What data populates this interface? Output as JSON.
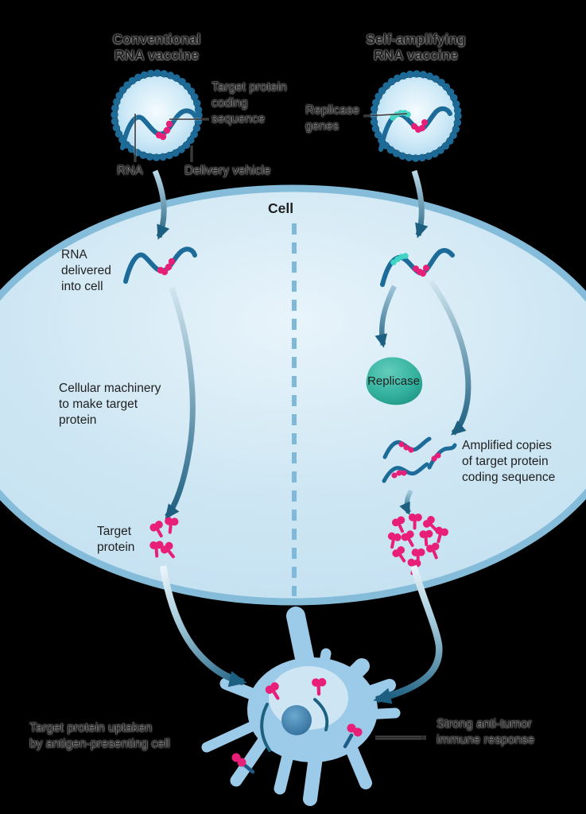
{
  "diagram_title": "Conventional vs self-amplifying RNA vaccine mechanism",
  "colors": {
    "background": "#000000",
    "pink_protein": "#e81f78",
    "teal_replicase_gene": "#3fd4c4",
    "rna_blue": "#1c6b99",
    "membrane_bead": "#1d6a97",
    "cell_fill": "#c9e3f2",
    "cell_border": "#85bcd9",
    "divider": "#7fb9d9",
    "arrow_dark": "#1d5f80",
    "replicase_blob": "#2dab98",
    "apc_fill": "#9ccae9",
    "nucleus": "#3d7fae",
    "text": "#1f1f1f"
  },
  "vaccines": {
    "conventional": {
      "title_lines": [
        "Conventional",
        "RNA vaccine"
      ]
    },
    "self_amplifying": {
      "title_lines": [
        "Self-amplifying",
        "RNA vaccine"
      ]
    }
  },
  "vesicle_labels": {
    "target_protein_coding_lines": [
      "Target protein",
      "coding",
      "sequence"
    ],
    "rna": "RNA",
    "delivery_vehicle": "Delivery vehicle",
    "replicase_genes_lines": [
      "Replicase",
      "genes"
    ]
  },
  "cell": {
    "label": "Cell",
    "left_pathway": {
      "rna_delivered_lines": [
        "RNA",
        "delivered",
        "into cell"
      ],
      "machinery_lines": [
        "Cellular machinery",
        "to make target",
        "protein"
      ],
      "target_protein_lines": [
        "Target",
        "protein"
      ]
    },
    "right_pathway": {
      "replicase_label": "Replicase",
      "amplified_lines": [
        "Amplified copies",
        "of target protein",
        "coding sequence"
      ]
    }
  },
  "bottom": {
    "uptaken_lines": [
      "Target protein uptaken",
      "by antigen-presenting cell"
    ],
    "response_lines": [
      "Strong anti-tumor",
      "immune response"
    ]
  }
}
